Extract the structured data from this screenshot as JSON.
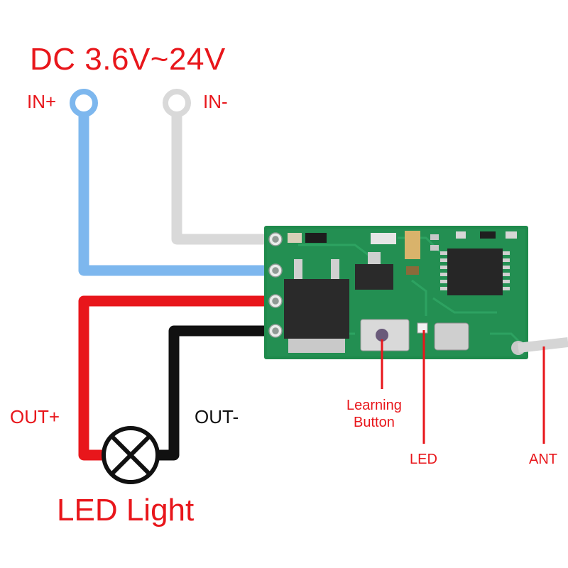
{
  "title": "DC 3.6V~24V",
  "labels": {
    "in_plus": "IN+",
    "in_minus": "IN-",
    "out_plus": "OUT+",
    "out_minus": "OUT-",
    "learning_button_line1": "Learning",
    "learning_button_line2": "Button",
    "led": "LED",
    "ant": "ANT",
    "led_light": "LED Light"
  },
  "colors": {
    "label_red": "#e8161b",
    "wire_in_plus": "#7db7ee",
    "wire_in_minus": "#d9d9d9",
    "wire_out_plus": "#e8161b",
    "wire_out_minus": "#111111",
    "pcb_green": "#1f8a4c"
  }
}
